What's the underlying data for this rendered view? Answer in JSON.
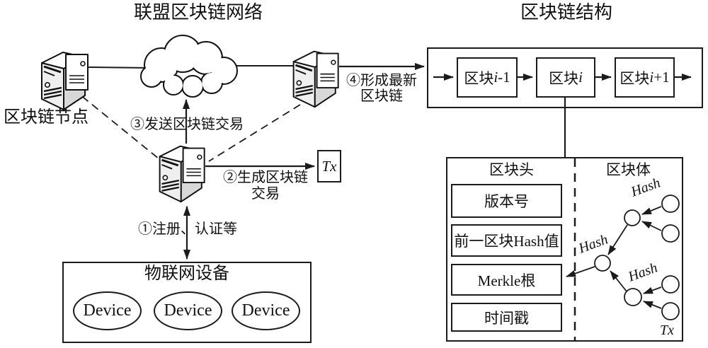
{
  "titles": {
    "network": "联盟区块链网络",
    "structure": "区块链结构"
  },
  "network": {
    "node_label": "区块链节点",
    "step1": "①注册、认证等",
    "step2_line1": "②生成区块链",
    "step2_line2": "交易",
    "step3": "③发送区块链交易",
    "step4_line1": "④形成最新",
    "step4_line2": "区块链",
    "tx_label": "Tx",
    "iot": {
      "title": "物联网设备",
      "devices": [
        "Device",
        "Device",
        "Device"
      ]
    }
  },
  "chain": {
    "blocks": [
      {
        "prefix": "区块",
        "var": "i",
        "op": "-1"
      },
      {
        "prefix": "区块",
        "var": "i",
        "op": ""
      },
      {
        "prefix": "区块",
        "var": "i",
        "op": "+1"
      }
    ]
  },
  "block_detail": {
    "header_title": "区块头",
    "body_title": "区块体",
    "fields": [
      "版本号",
      "前一区块Hash值",
      "Merkle根",
      "时间戳"
    ],
    "hash_label": "Hash",
    "tx_label": "Tx"
  },
  "colors": {
    "line": "#1b1b1b",
    "background": "#ffffff",
    "server_body": "#efefef",
    "server_side": "#d8d8d8"
  }
}
